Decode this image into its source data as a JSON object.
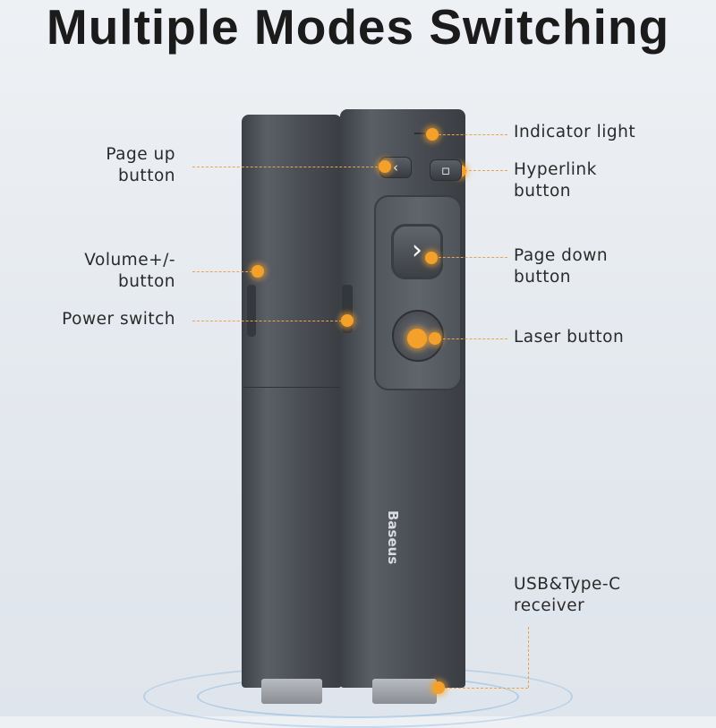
{
  "title": "Multiple Modes Switching",
  "brand": "Baseus",
  "labels": {
    "indicator_light": "Indicator light",
    "hyperlink": [
      "Hyperlink",
      "button"
    ],
    "page_down": [
      "Page down",
      "button"
    ],
    "laser": "Laser button",
    "usb": [
      "USB&Type-C",
      "receiver"
    ],
    "page_up": [
      "Page up",
      "button"
    ],
    "volume": [
      "Volume+/-",
      "button"
    ],
    "power": "Power switch"
  },
  "icons": {
    "page_up": "‹",
    "page_down": "›"
  },
  "colors": {
    "accent": "#f4a12c",
    "device": "#4a4e54"
  }
}
